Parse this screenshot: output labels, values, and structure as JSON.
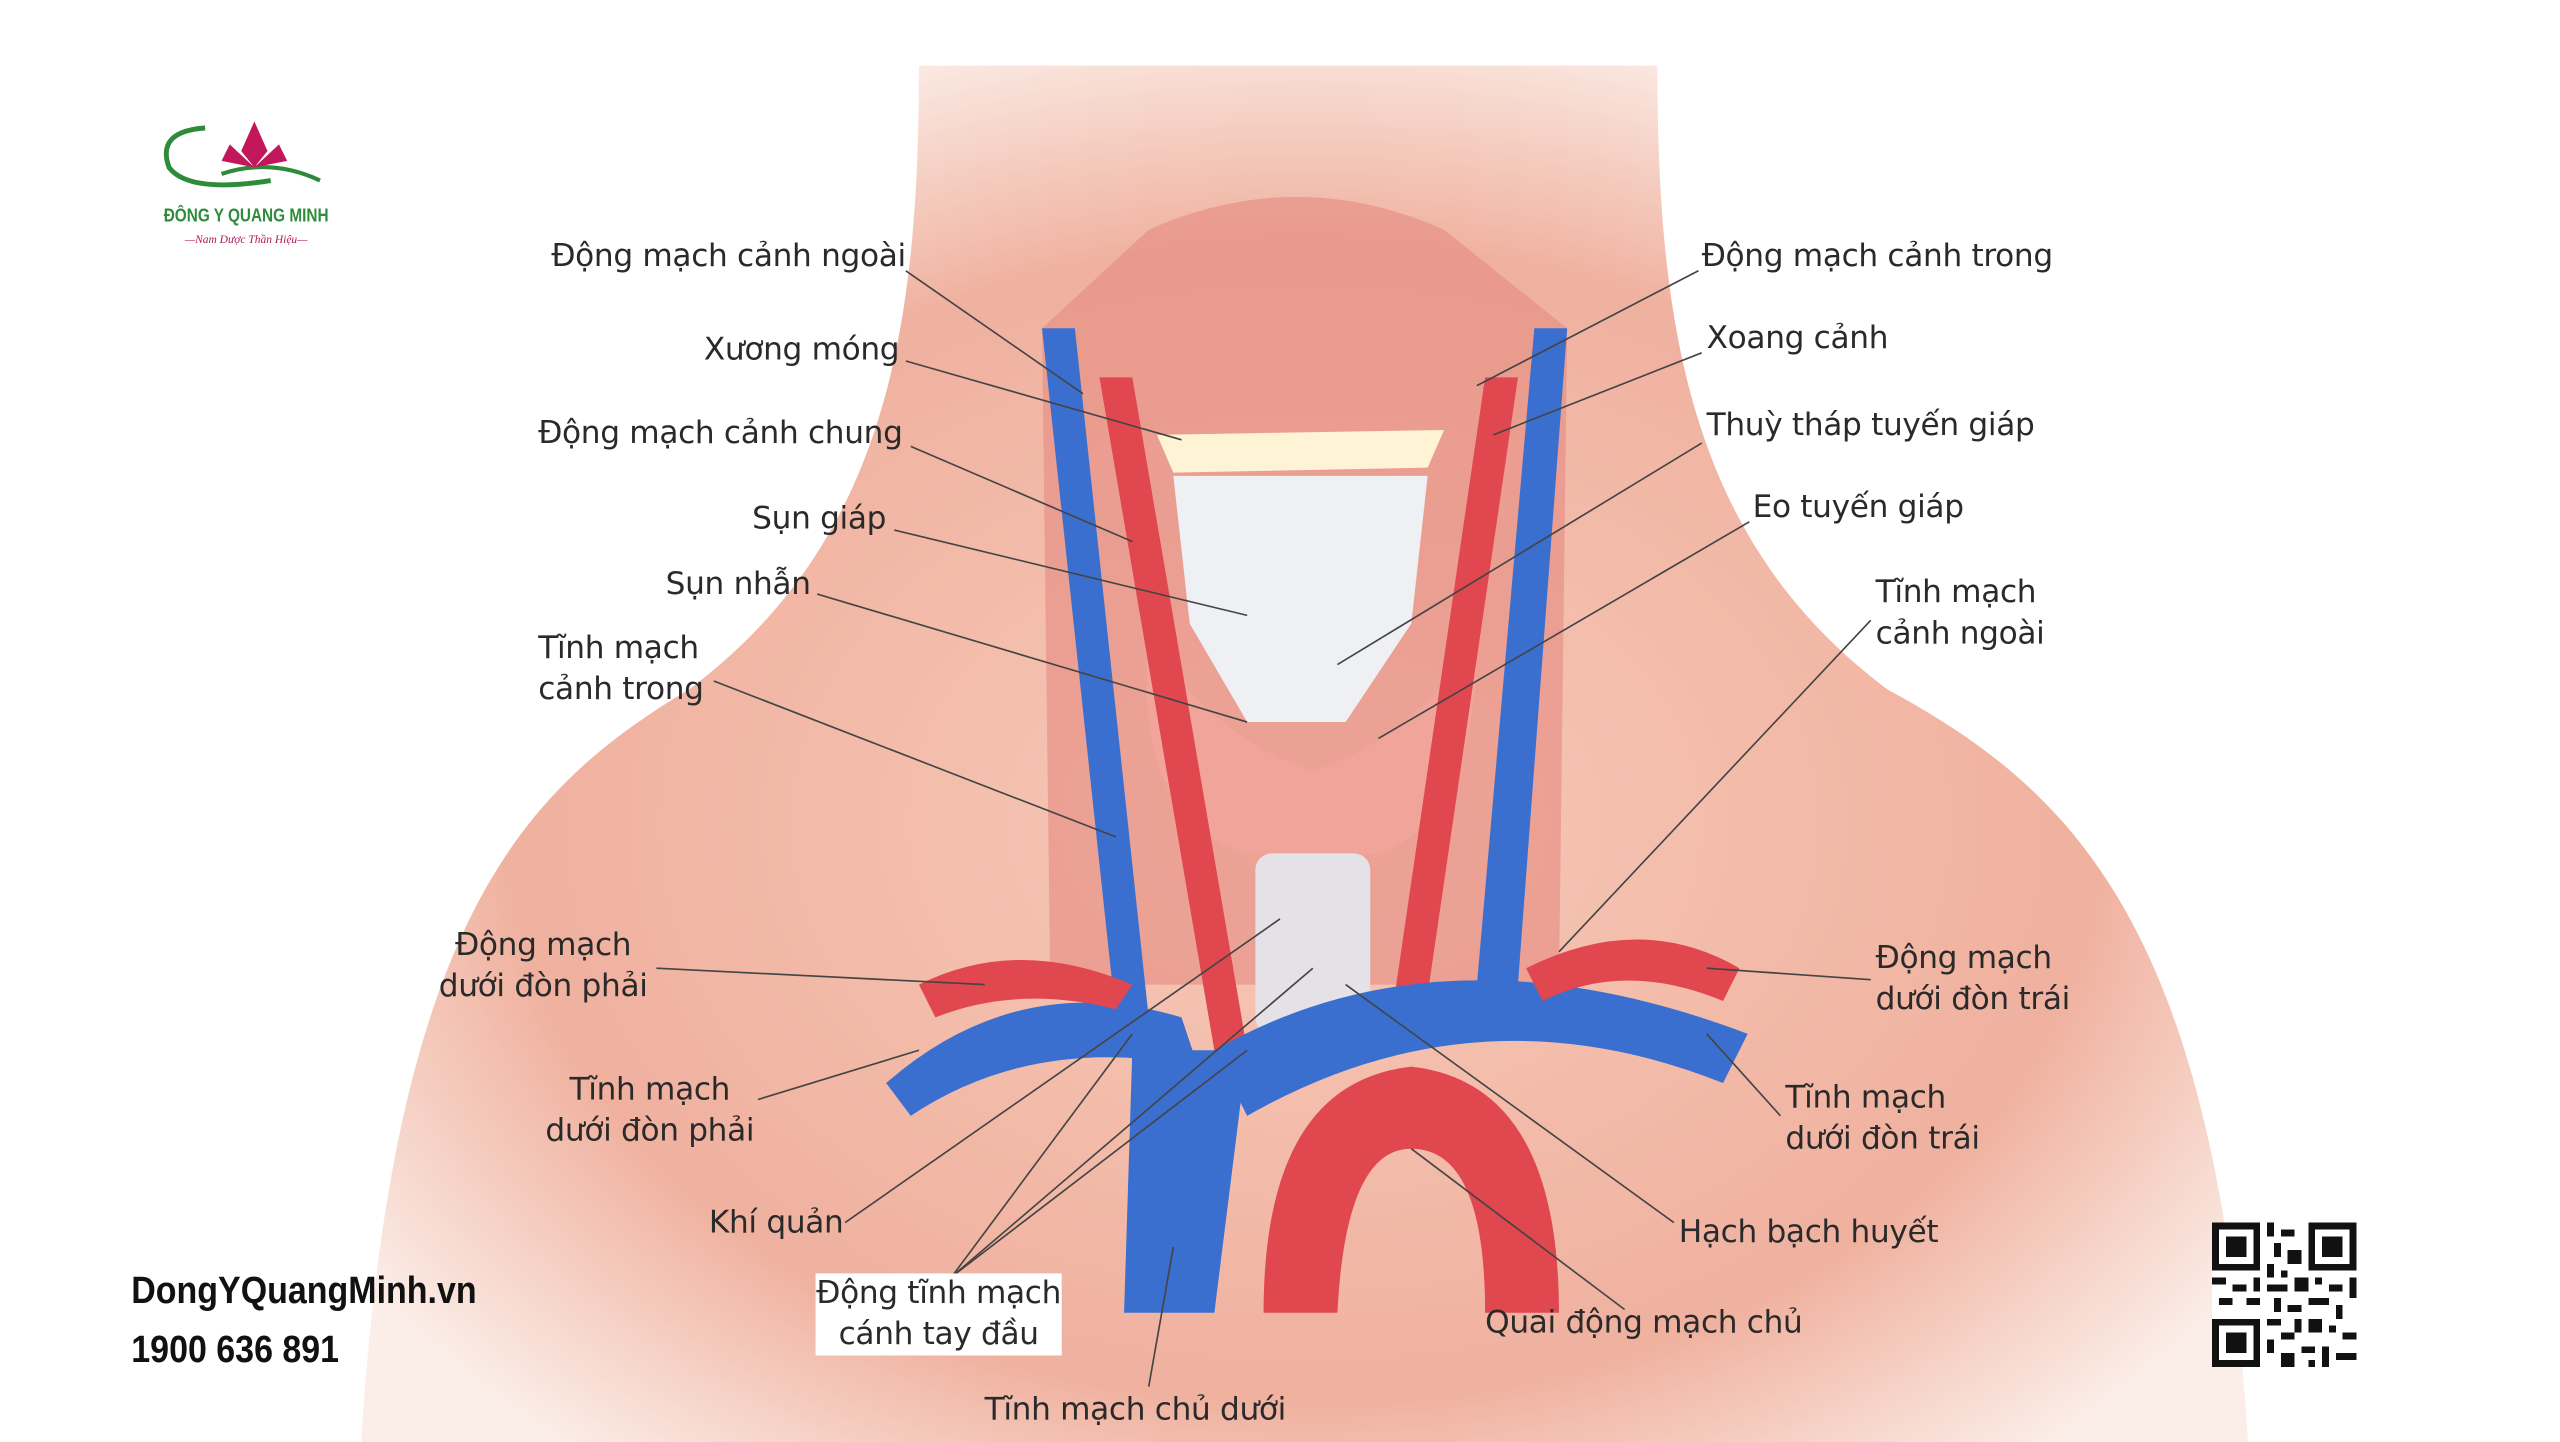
{
  "brand": {
    "logo_name": "ĐÔNG Y QUANG MINH",
    "logo_slogan": "—Nam Dược Thần Hiệu—",
    "website": "DongYQuangMinh.vn",
    "phone": "1900 636 891"
  },
  "labels": {
    "ext_carotid_artery": "Động mạch cảnh ngoài",
    "hyoid_bone": "Xương móng",
    "common_carotid_artery": "Động mạch cảnh chung",
    "thyroid_cartilage": "Sụn giáp",
    "cricoid_cartilage": "Sụn nhẫn",
    "int_jugular_vein_1": "Tĩnh mạch",
    "int_jugular_vein_2": "cảnh trong",
    "right_subclavian_artery_1": "Động mạch",
    "right_subclavian_artery_2": "dưới đòn phải",
    "right_subclavian_vein_1": "Tĩnh mạch",
    "right_subclavian_vein_2": "dưới đòn phải",
    "trachea": "Khí quản",
    "brachiocephalic_1": "Động tĩnh mạch",
    "brachiocephalic_2": "cánh tay đầu",
    "vena_cava": "Tĩnh mạch chủ dưới",
    "aortic_arch": "Quai động mạch chủ",
    "lymph_node": "Hạch bạch huyết",
    "left_subclavian_vein_1": "Tĩnh mạch",
    "left_subclavian_vein_2": "dưới đòn trái",
    "left_subclavian_artery_1": "Động mạch",
    "left_subclavian_artery_2": "dưới đòn trái",
    "ext_jugular_vein_1": "Tĩnh mạch",
    "ext_jugular_vein_2": "cảnh ngoài",
    "thyroid_isthmus": "Eo tuyến giáp",
    "pyramidal_lobe": "Thuỳ tháp tuyến giáp",
    "carotid_sinus": "Xoang cảnh",
    "int_carotid_artery": "Động mạch cảnh trong"
  },
  "colors": {
    "vein": "#3a6fd0",
    "artery": "#e0474f",
    "skin": "#f2b8a8",
    "logo_green": "#2e8b3a",
    "logo_pink": "#c2185b"
  }
}
